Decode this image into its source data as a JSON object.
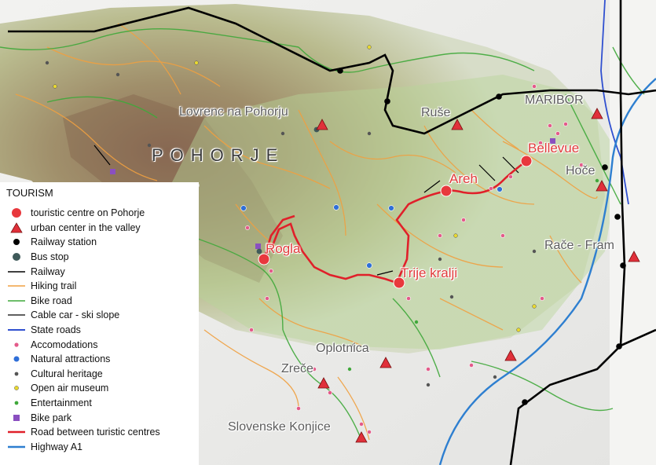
{
  "map": {
    "region_name": "POHORJE",
    "colors": {
      "touristic_centre": "#e8383d",
      "urban_center": "#e0303a",
      "railway": "#000000",
      "hiking_trail": "#f0a040",
      "bike_road": "#3fa83a",
      "cable_car": "#000000",
      "state_roads": "#3050d0",
      "highway": "#2e7fd0",
      "centre_road": "#e0202a",
      "accommodation": "#e35a8a",
      "natural": "#2f6fd8",
      "cultural": "#555555",
      "open_air": "#e8d830",
      "entertainment": "#3fa83a",
      "bike_park": "#8a4fc0"
    }
  },
  "places": {
    "touristic_centres": [
      "Bellevue",
      "Areh",
      "Rogla",
      "Trije kralji"
    ],
    "urban_centers": [
      "Lovrenc na Pohorju",
      "Ruše",
      "MARIBOR",
      "Hoče",
      "Rače - Fram",
      "Oplotnica",
      "Zreče",
      "Slovenske Konjice"
    ]
  },
  "legend": {
    "title": "TOURISM",
    "items": [
      {
        "label": "touristic centre on Pohorje",
        "symbol": "big-red-circle"
      },
      {
        "label": "urban center in the valley",
        "symbol": "red-triangle"
      },
      {
        "label": "Railway station",
        "symbol": "black-dot"
      },
      {
        "label": "Bus stop",
        "symbol": "slate-dot"
      },
      {
        "label": "Railway",
        "symbol": "black-line"
      },
      {
        "label": "Hiking trail",
        "symbol": "orange-line"
      },
      {
        "label": "Bike road",
        "symbol": "green-line"
      },
      {
        "label": "Cable car - ski slope",
        "symbol": "black-thin-line"
      },
      {
        "label": "State roads",
        "symbol": "blue-line"
      },
      {
        "label": "Accomodations",
        "symbol": "pink-dot"
      },
      {
        "label": "Natural attractions",
        "symbol": "blue-dot"
      },
      {
        "label": "Cultural heritage",
        "symbol": "grey-dot"
      },
      {
        "label": "Open air museum",
        "symbol": "yellow-dot"
      },
      {
        "label": "Entertainment",
        "symbol": "green-dot"
      },
      {
        "label": "Bike park",
        "symbol": "purple-square"
      },
      {
        "label": "Road between turistic centres",
        "symbol": "red-line"
      },
      {
        "label": "Highway A1",
        "symbol": "light-blue-line"
      }
    ]
  }
}
